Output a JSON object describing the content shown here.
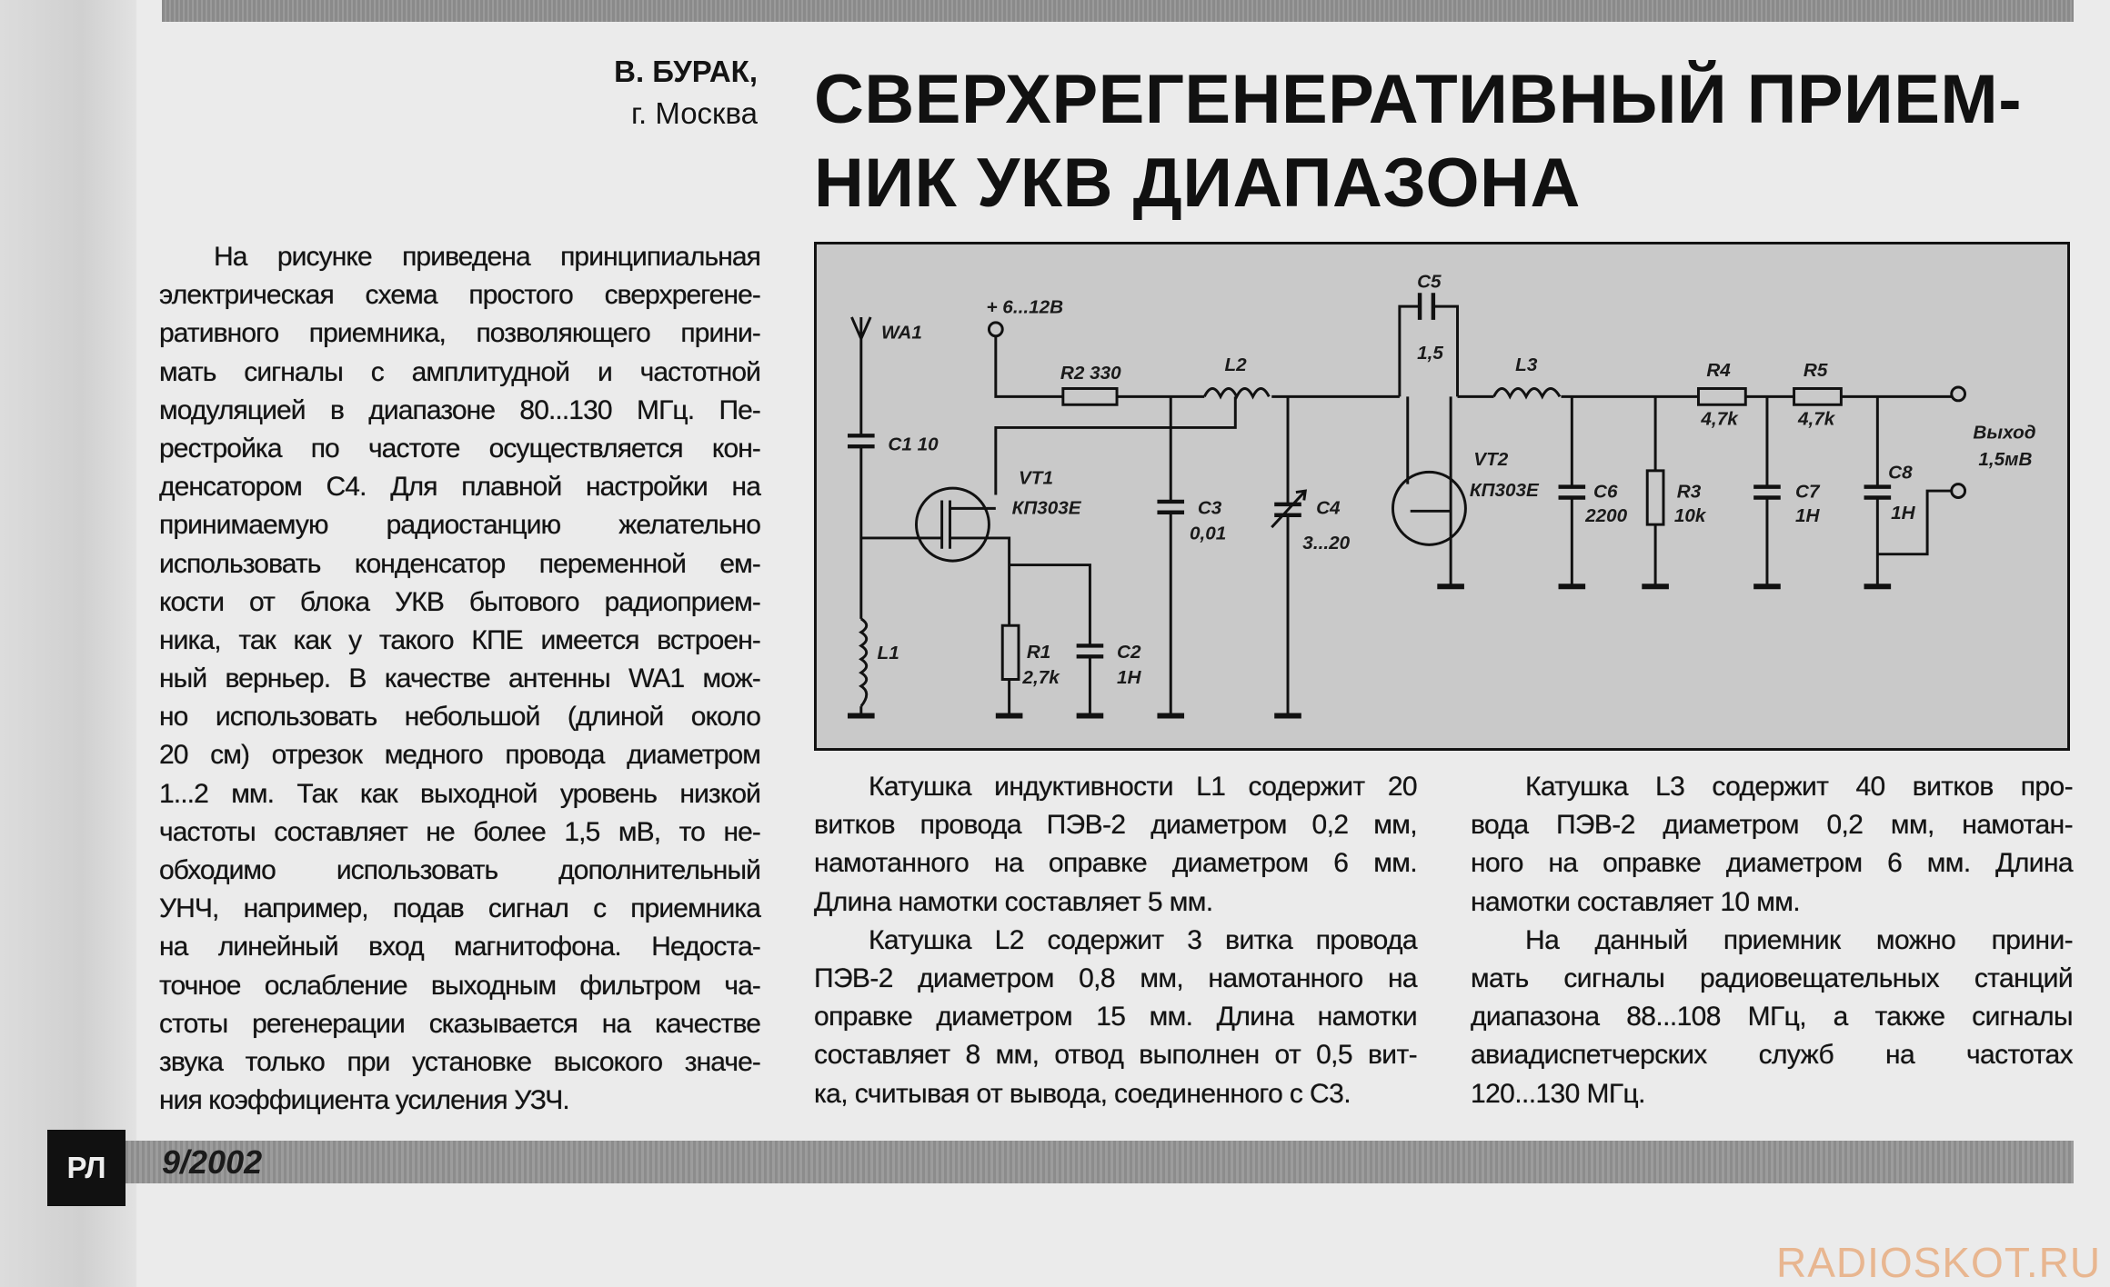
{
  "header": {
    "author": "В. БУРАК,",
    "city": "г. Москва"
  },
  "title_lines": [
    "СВЕРХРЕГЕНЕРАТИВНЫЙ ПРИЕМ-",
    "НИК УКВ ДИАПАЗОНА"
  ],
  "columns": {
    "left": [
      [
        "На рисунке приведена принципиальная",
        "электрическая схема простого сверхрегене-",
        "ративного приемника, позволяющего прини-",
        "мать сигналы с амплитудной и частотной",
        "модуляцией в диапазоне 80...130 МГц. Пе-",
        "рестройка по частоте осуществляется кон-",
        "денсатором С4. Для плавной настройки на",
        "принимаемую радиостанцию желательно",
        "использовать конденсатор переменной ем-",
        "кости от блока УКВ бытового радиоприем-",
        "ника, так как у такого КПЕ имеется встроен-",
        "ный верньер. В качестве антенны WA1 мож-",
        "но использовать небольшой (длиной около",
        "20 см) отрезок медного провода диаметром",
        "1...2 мм. Так как выходной уровень низкой",
        "частоты составляет не более 1,5 мВ, то не-",
        "обходимо использовать дополнительный",
        "УНЧ, например, подав сигнал с приемника",
        "на линейный вход магнитофона. Недоста-",
        "точное ослабление выходным фильтром ча-",
        "стоты регенерации сказывается на качестве",
        "звука только при установке высокого значе-",
        "ния коэффициента усиления УЗЧ."
      ]
    ],
    "middle": [
      [
        "Катушка индуктивности L1 содержит 20",
        "витков провода ПЭВ-2 диаметром 0,2 мм,",
        "намотанного на оправке диаметром 6 мм.",
        "Длина намотки составляет 5 мм."
      ],
      [
        "Катушка L2 содержит 3 витка провода",
        "ПЭВ-2 диаметром 0,8 мм, намотанного на",
        "оправке диаметром 15 мм. Длина намотки",
        "составляет 8 мм, отвод выполнен от 0,5 вит-",
        "ка, считывая от вывода, соединенного с С3."
      ]
    ],
    "right": [
      [
        "Катушка L3 содержит 40 витков про-",
        "вода ПЭВ-2 диаметром 0,2 мм, намотан-",
        "ного на оправке диаметром 6 мм. Длина",
        "намотки составляет 10 мм."
      ],
      [
        "На данный приемник можно прини-",
        "мать сигналы радиовещательных станций",
        "диапазона 88...108 МГц, а также сигналы",
        "авиадиспетчерских служб на частотах",
        "120...130 МГц."
      ]
    ]
  },
  "schematic": {
    "wa1": "WA1",
    "supply": "+ 6...12В",
    "c1": "C1 10",
    "r2": "R2 330",
    "l2": "L2",
    "c5": "C5",
    "c5_val": "1,5",
    "vt1": "VT1",
    "vt1_type": "КП303Е",
    "c3": "C3",
    "c3_val": "0,01",
    "c4": "C4",
    "c4_val": "3...20",
    "l1": "L1",
    "r1": "R1",
    "r1_val": "2,7k",
    "c2": "C2",
    "c2_val": "1Н",
    "vt2": "VT2",
    "vt2_type": "КП303Е",
    "l3": "L3",
    "c6": "C6",
    "c6_val": "2200",
    "r3": "R3",
    "r3_val": "10k",
    "r4": "R4",
    "r4_val": "4,7k",
    "r5": "R5",
    "r5_val": "4,7k",
    "c7": "C7",
    "c7_val": "1Н",
    "c8": "C8",
    "c8_val": "1Н",
    "out": "Выход",
    "out_val": "1,5мВ"
  },
  "footer": {
    "magazine": "РЛ",
    "issue": "9/2002",
    "watermark": "RADIOSKOT.RU"
  }
}
